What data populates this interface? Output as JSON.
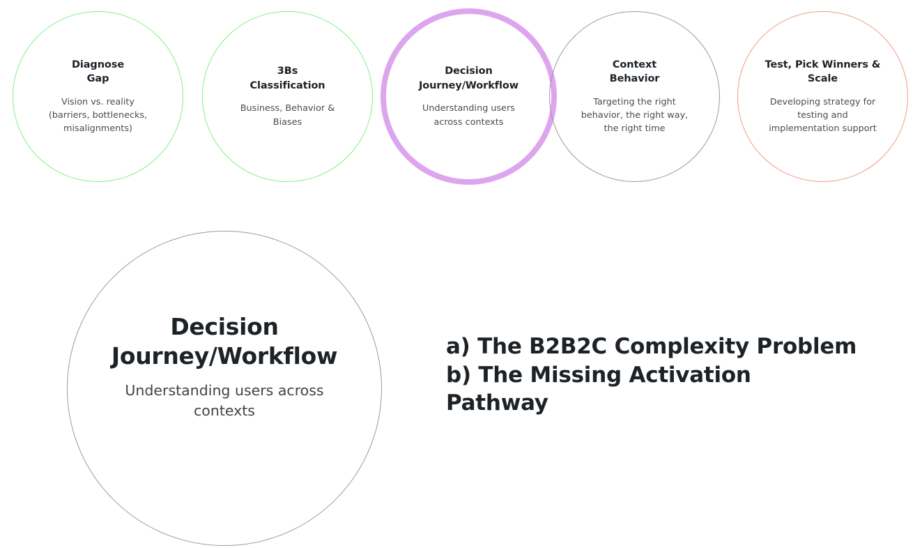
{
  "colors": {
    "green": "#84ef85",
    "purple": "#dda5ee",
    "coral": "#f4998a",
    "gray": "#9a9a9a",
    "text_dark": "#1d2227",
    "text_body": "#4c4c4c",
    "background": "#ffffff"
  },
  "steps": [
    {
      "title": "Diagnose\nGap",
      "description": "Vision vs. reality\n(barriers, bottlenecks,\nmisalignments)",
      "accent": "green",
      "highlighted": false
    },
    {
      "title": "3Bs\nClassification",
      "description": "Business, Behavior &\nBiases",
      "accent": "green",
      "highlighted": false
    },
    {
      "title": "Decision\nJourney/Workflow",
      "description": "Understanding users\nacross contexts",
      "accent": "purple",
      "highlighted": true
    },
    {
      "title": "Context\nBehavior",
      "description": "Targeting the right\nbehavior, the right way,\nthe right time",
      "accent": "gray",
      "highlighted": false
    },
    {
      "title": "Test, Pick Winners &\nScale",
      "description": "Developing strategy for\ntesting and\nimplementation support",
      "accent": "coral",
      "highlighted": false
    }
  ],
  "focus": {
    "title": "Decision\nJourney/Workflow",
    "description": "Understanding users across\ncontexts"
  },
  "agenda": {
    "lines": [
      "a) The B2B2C Complexity Problem",
      "b) The Missing Activation\nPathway"
    ]
  }
}
